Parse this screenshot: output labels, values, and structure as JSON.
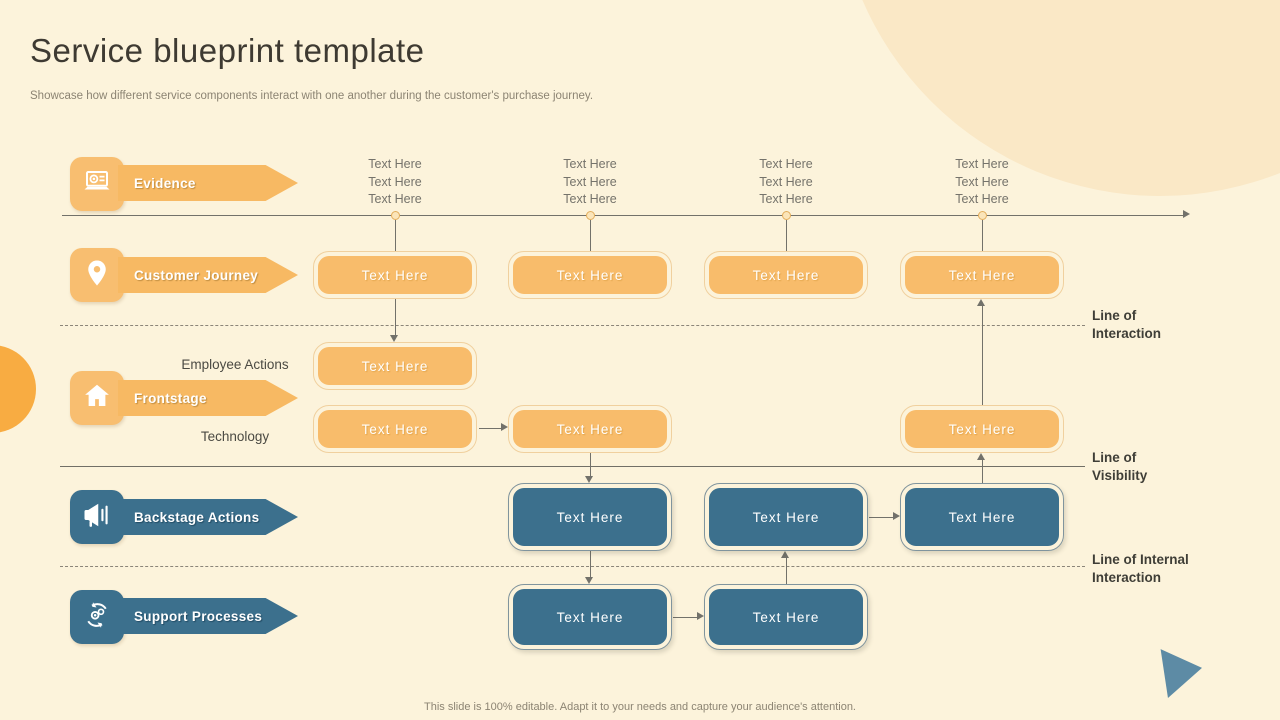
{
  "slide": {
    "title": "Service blueprint template",
    "subtitle": "Showcase how different service components interact with one another during the customer's purchase journey.",
    "footer": "This slide is 100% editable. Adapt it to your needs and capture your audience's attention."
  },
  "colors": {
    "background": "#FCF3DB",
    "decor_circle": "#FAE8C6",
    "accent_orange": "#F8AC42",
    "orange_fill": "#F8BC6B",
    "orange_border": "#F0D09E",
    "teal_fill": "#3C708D",
    "teal_border": "#80949D",
    "triangle_teal": "#5D8BA5",
    "connector_gray": "#72716A",
    "title_text": "#3E3A32",
    "muted_text": "#8C8473"
  },
  "lanes": [
    {
      "label": "Evidence",
      "icon": "monitor-gear-icon",
      "color": "orange"
    },
    {
      "label": "Customer Journey",
      "icon": "location-pin-icon",
      "color": "orange"
    },
    {
      "label": "Frontstage",
      "icon": "home-icon",
      "color": "orange",
      "sublabels": [
        "Employee Actions",
        "Technology"
      ]
    },
    {
      "label": "Backstage Actions",
      "icon": "megaphone-icon",
      "color": "teal"
    },
    {
      "label": "Support Processes",
      "icon": "gears-sync-icon",
      "color": "teal"
    }
  ],
  "separators": [
    {
      "label": "Line of\nInteraction",
      "style": "dashed"
    },
    {
      "label": "Line of\nVisibility",
      "style": "solid"
    },
    {
      "label": "Line of Internal\nInteraction",
      "style": "dashed"
    }
  ],
  "evidence_columns": [
    [
      "Text Here",
      "Text Here",
      "Text Here"
    ],
    [
      "Text Here",
      "Text Here",
      "Text Here"
    ],
    [
      "Text Here",
      "Text Here",
      "Text Here"
    ],
    [
      "Text Here",
      "Text Here",
      "Text Here"
    ]
  ],
  "boxes": {
    "customer_journey": [
      "Text Here",
      "Text Here",
      "Text Here",
      "Text Here"
    ],
    "employee_actions": [
      "Text Here"
    ],
    "technology": [
      "Text Here",
      "Text Here",
      "Text Here"
    ],
    "backstage": [
      "Text Here",
      "Text Here",
      "Text Here"
    ],
    "support": [
      "Text Here",
      "Text Here"
    ]
  }
}
